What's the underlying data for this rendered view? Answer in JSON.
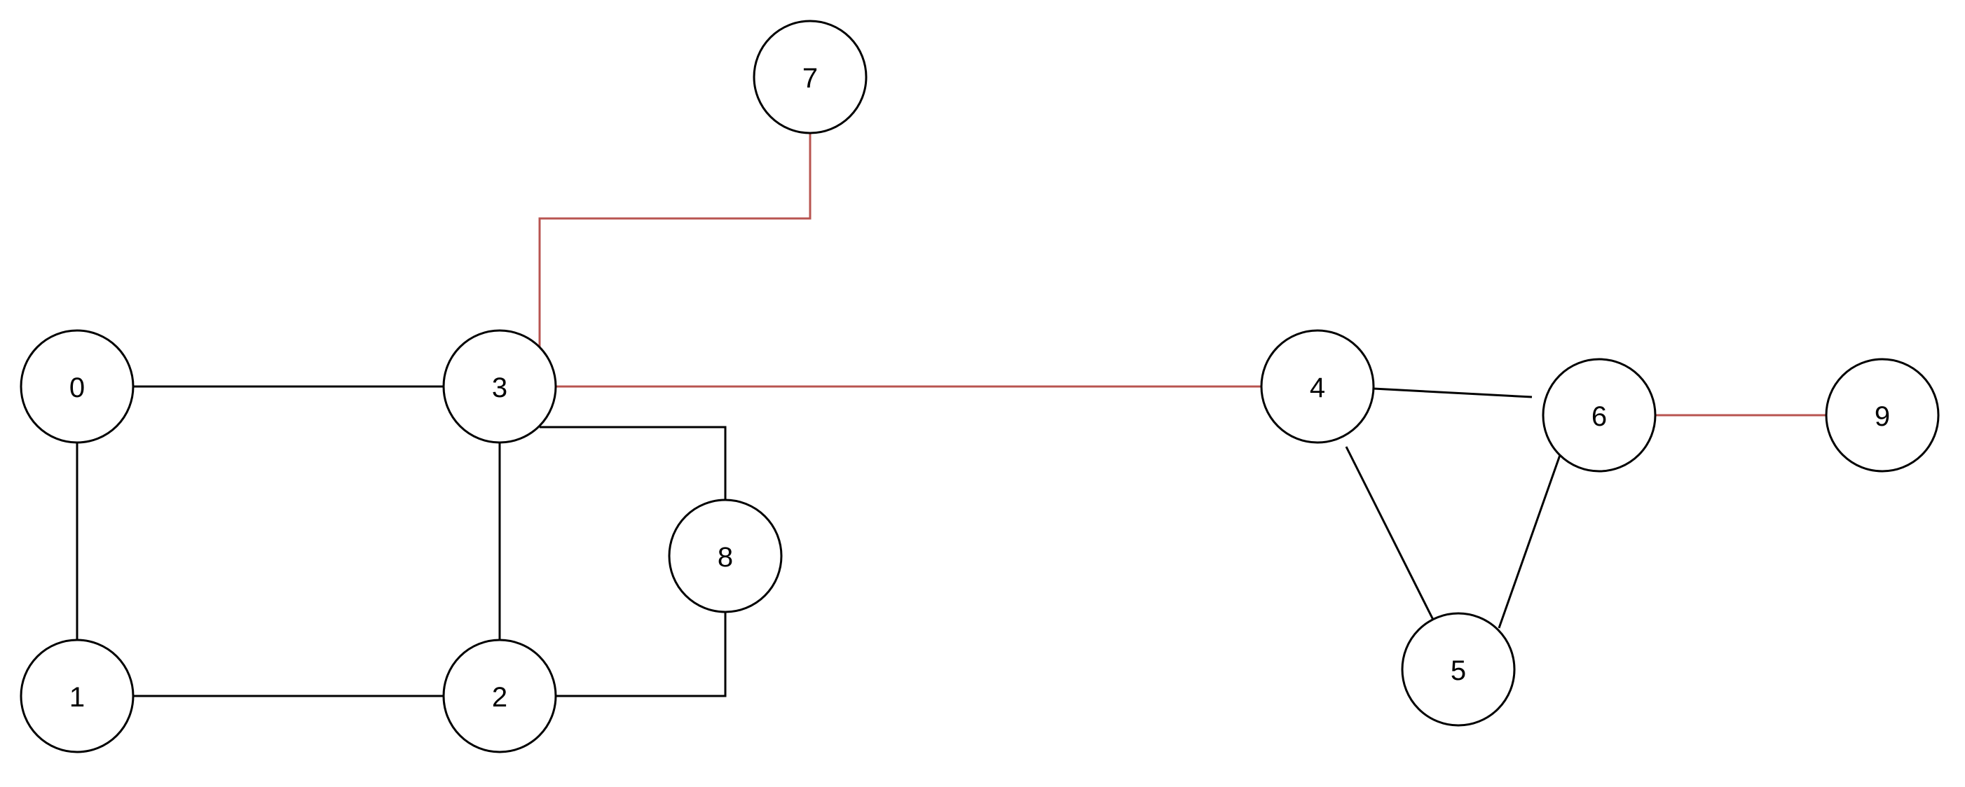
{
  "colors": {
    "default_edge": "#000000",
    "highlight_edge": "#b85450",
    "node_stroke": "#000000",
    "node_fill": "#ffffff"
  },
  "nodes": [
    {
      "id": "0",
      "label": "0"
    },
    {
      "id": "1",
      "label": "1"
    },
    {
      "id": "2",
      "label": "2"
    },
    {
      "id": "3",
      "label": "3"
    },
    {
      "id": "4",
      "label": "4"
    },
    {
      "id": "5",
      "label": "5"
    },
    {
      "id": "6",
      "label": "6"
    },
    {
      "id": "7",
      "label": "7"
    },
    {
      "id": "8",
      "label": "8"
    },
    {
      "id": "9",
      "label": "9"
    }
  ],
  "edges": [
    {
      "from": "0",
      "to": "3",
      "highlighted": false
    },
    {
      "from": "0",
      "to": "1",
      "highlighted": false
    },
    {
      "from": "1",
      "to": "2",
      "highlighted": false
    },
    {
      "from": "3",
      "to": "2",
      "highlighted": false
    },
    {
      "from": "3",
      "to": "8",
      "highlighted": false
    },
    {
      "from": "2",
      "to": "8",
      "highlighted": false
    },
    {
      "from": "3",
      "to": "7",
      "highlighted": true
    },
    {
      "from": "3",
      "to": "4",
      "highlighted": true
    },
    {
      "from": "4",
      "to": "6",
      "highlighted": false
    },
    {
      "from": "4",
      "to": "5",
      "highlighted": false
    },
    {
      "from": "5",
      "to": "6",
      "highlighted": false
    },
    {
      "from": "6",
      "to": "9",
      "highlighted": true
    }
  ]
}
